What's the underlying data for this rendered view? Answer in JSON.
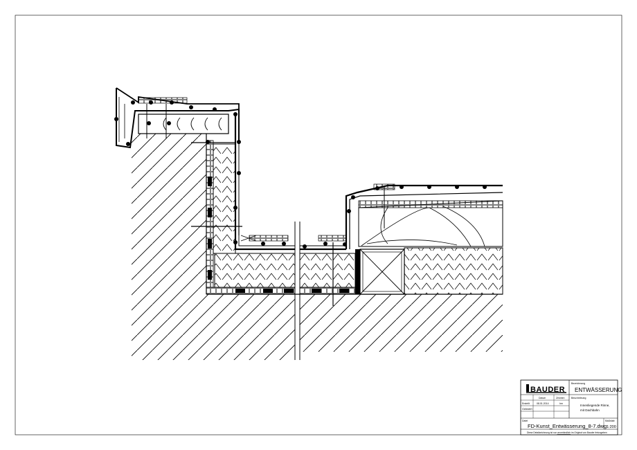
{
  "title_block": {
    "logo_text": "BAUDER",
    "bezeichnung_label": "Bezeichnung",
    "bezeichnung_value": "ENTWÄSSERUNG",
    "datum_label": "Datum",
    "zeichen_label": "Zeichen",
    "beschreibung_label": "Beschreibung",
    "erstellt_label": "Erstellt",
    "erstellt_date": "08.01.2014",
    "erstellt_zeichen": "hm",
    "geaendert_label": "Geändert",
    "beschreibung_line1": "Innenliegende Rinne,",
    "beschreibung_line2": "mit Dachbahn",
    "datei_label": "Datei",
    "datei_value": "FD-Kunst_Entwässerung_8-7.dwg",
    "massstab_label": "Maßstab",
    "massstab_value": "1:200",
    "footer_prefix": "Diese Detailzeichnung ist nur",
    "footer_underlined": "unverbindlich",
    "footer_mid": "im Original",
    "footer_suffix": "von Bauder freizugeben"
  }
}
